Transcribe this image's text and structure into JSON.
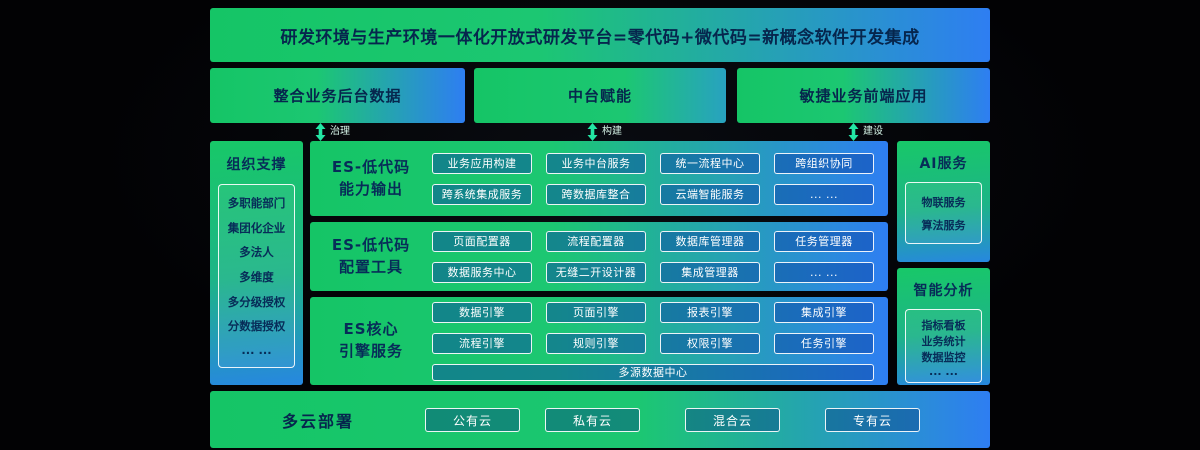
{
  "banner": {
    "title": "研发环境与生产环境一体化开放式研发平台=零代码+微代码=新概念软件开发集成"
  },
  "top_boxes": [
    {
      "label": "整合业务后台数据"
    },
    {
      "label": "中台赋能"
    },
    {
      "label": "敏捷业务前端应用"
    }
  ],
  "connectors": [
    {
      "label": "治理"
    },
    {
      "label": "构建"
    },
    {
      "label": "建设"
    }
  ],
  "org_support": {
    "title": "组织支撑",
    "items": [
      "多职能部门",
      "集团化企业",
      "多法人",
      "多维度",
      "多分级授权",
      "分数据授权",
      "... ..."
    ]
  },
  "middle_rows": [
    {
      "title_lines": [
        "ES-低代码",
        "能力输出"
      ],
      "chips": [
        [
          "业务应用构建",
          "业务中台服务",
          "统一流程中心",
          "跨组织协同"
        ],
        [
          "跨系统集成服务",
          "跨数据库整合",
          "云端智能服务",
          "... ..."
        ]
      ]
    },
    {
      "title_lines": [
        "ES-低代码",
        "配置工具"
      ],
      "chips": [
        [
          "页面配置器",
          "流程配置器",
          "数据库管理器",
          "任务管理器"
        ],
        [
          "数据服务中心",
          "无缝二开设计器",
          "集成管理器",
          "... ..."
        ]
      ]
    },
    {
      "title_lines": [
        "ES核心",
        "引擎服务"
      ],
      "chips": [
        [
          "数据引擎",
          "页面引擎",
          "报表引擎",
          "集成引擎"
        ],
        [
          "流程引擎",
          "规则引擎",
          "权限引擎",
          "任务引擎"
        ]
      ],
      "footer_chip": "多源数据中心"
    }
  ],
  "right_boxes": [
    {
      "title": "AI服务",
      "items": [
        "物联服务",
        "算法服务"
      ]
    },
    {
      "title": "智能分析",
      "items": [
        "指标看板",
        "业务统计",
        "数据监控",
        "... ..."
      ]
    }
  ],
  "bottom": {
    "title": "多云部署",
    "clouds": [
      "公有云",
      "私有云",
      "混合云",
      "专有云"
    ]
  },
  "colors": {
    "green": "#15c566",
    "blue": "#2e7ef2",
    "dark_text": "#072c58",
    "arrow": "#23e6a4"
  }
}
